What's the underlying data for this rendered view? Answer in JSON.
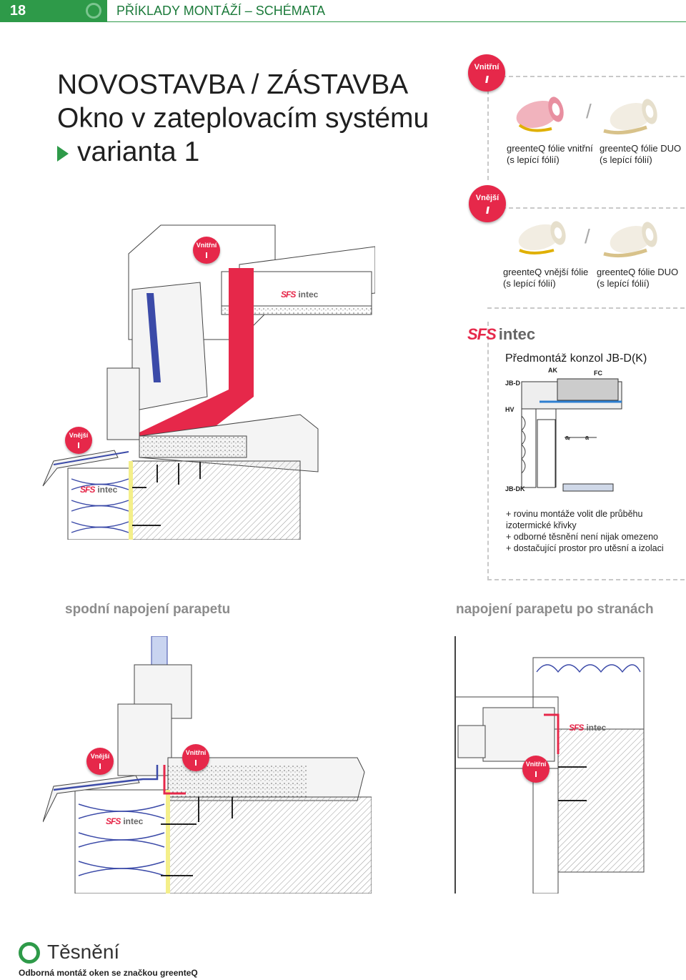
{
  "header": {
    "page_number": "18",
    "title": "PŘÍKLADY MONTÁŽÍ – SCHÉMATA"
  },
  "main_title": {
    "line1": "NOVOSTAVBA / ZÁSTAVBA",
    "line2": "Okno v zateplovacím systému",
    "line3": "varianta 1"
  },
  "labels": {
    "inner": "Vnitřní",
    "outer": "Vnější"
  },
  "inner_box": {
    "product1_line1": "greenteQ fólie vnitřní",
    "product1_line2": "(s lepící fólií)",
    "separator": "/",
    "product2_line1": "greenteQ fólie DUO",
    "product2_line2": "(s lepící fólií)"
  },
  "outer_box": {
    "product1_line1": "greenteQ vnější fólie",
    "product1_line2": "(s lepící fólií)",
    "separator": "/",
    "product2_line1": "greenteQ fólie DUO",
    "product2_line2": "(s lepící fólií)"
  },
  "sfs_logo": {
    "brand": "SFS",
    "suffix": "intec"
  },
  "bracket": {
    "title": "Předmontáž konzol JB-D(K)",
    "label_jbd": "JB-D",
    "label_ak": "AK",
    "label_fc": "FC",
    "label_hv": "HV",
    "label_ar": "aᵣ",
    "label_a": "a",
    "label_jbdk": "JB-DK",
    "notes": [
      "+ rovinu montáže volit  dle průběhu",
      "   izotermické křivky",
      "+ odborné těsnění není nijak omezeno",
      "+ dostačující prostor pro utěsní a izolaci"
    ]
  },
  "sections": {
    "bottom_title": "spodní napojení parapetu",
    "side_title": "napojení parapetu po stranách"
  },
  "footer": {
    "brand": "Těsnění",
    "subtitle": "Odborná montáž oken se značkou greenteQ"
  },
  "colors": {
    "green": "#2e9a49",
    "red": "#e6284a",
    "blue": "#3b4aa8",
    "yellow": "#f4ef8a"
  }
}
